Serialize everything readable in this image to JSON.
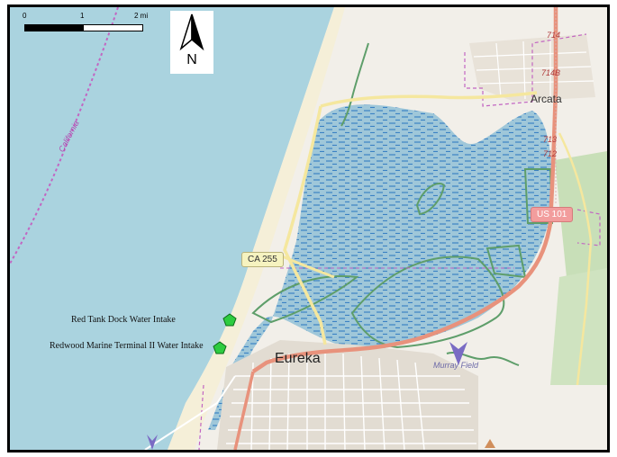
{
  "map": {
    "colors": {
      "ocean": "#aad3df",
      "land": "#f2efe9",
      "bay_fill": "#9fc7d9",
      "marsh_hatch": "#3b82c4",
      "wetland_outline": "#5e9e6a",
      "park_green": "#c8dfb8",
      "highway": "#e8927c",
      "secondary_road": "#f5e79e",
      "boundary": "#c266c2",
      "urban": "#e2dcd2",
      "sampling_point": "#2ecc40"
    },
    "scale": {
      "labels": [
        "0",
        "1",
        "2 mi"
      ]
    },
    "north_arrow": {
      "label": "N"
    },
    "places": {
      "arcata": "Arcata",
      "eureka": "Eureka",
      "murray_field": "Murray Field",
      "california": "California"
    },
    "roads": {
      "us101": "US 101",
      "ca255": "CA 255",
      "exits": [
        "714",
        "714B",
        "713",
        "712"
      ]
    },
    "sampling_points": [
      {
        "label": "Red Tank Dock Water Intake",
        "marker": "green-pentagon"
      },
      {
        "label": "Redwood Marine Terminal II Water Intake",
        "marker": "green-pentagon"
      }
    ]
  }
}
